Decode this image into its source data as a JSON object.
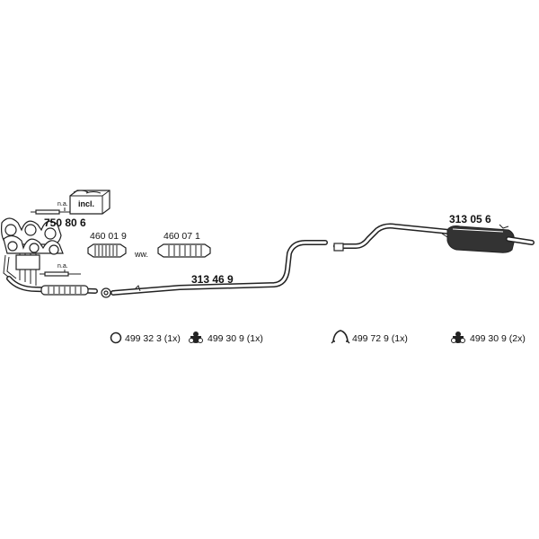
{
  "parts": {
    "manifold": "750 80 6",
    "incl_label": "incl.",
    "na_top": "n.a.",
    "na_bottom": "n.a.",
    "front_pipe": "460 01 9",
    "ww_label": "ww.",
    "alt_pipe": "460 07 1",
    "middle_pipe": "313 46 9",
    "rear_silencer": "313 05 6"
  },
  "fittings": [
    {
      "code": "499 32 3 (1x)",
      "icon": "ring-icon"
    },
    {
      "code": "499 30 9 (1x)",
      "icon": "rubber-mount-icon"
    },
    {
      "code": "499 72 9 (1x)",
      "icon": "clamp-icon"
    },
    {
      "code": "499 30 9 (2x)",
      "icon": "rubber-mount-icon"
    }
  ],
  "colors": {
    "line": "#222222",
    "background": "#ffffff"
  }
}
